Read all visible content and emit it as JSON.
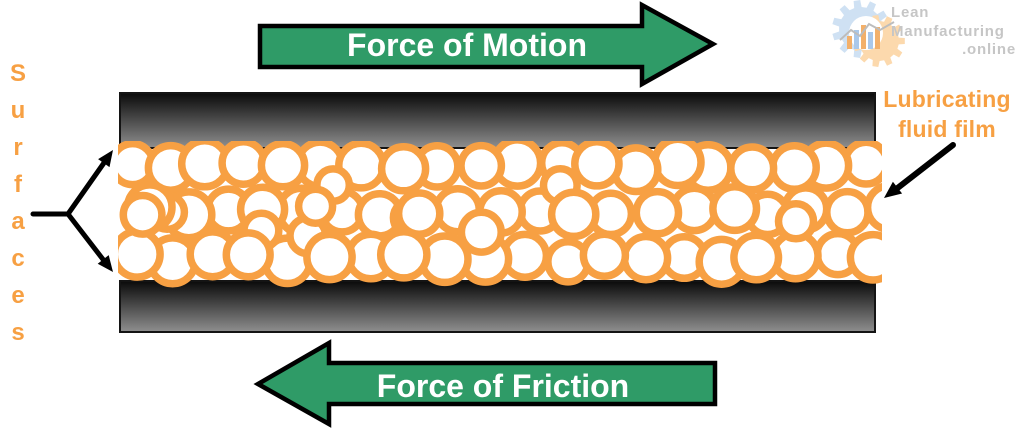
{
  "diagram": {
    "top_arrow_label": "Force of Motion",
    "bottom_arrow_label": "Force of Friction",
    "surfaces_label": "Surfaces",
    "lubricant_label": {
      "line1": "Lubricating",
      "line2": "fluid film"
    }
  },
  "logo": {
    "line1": "Lean",
    "line2": "Manufacturing",
    "line3": ".online"
  },
  "film": {
    "rows": 3,
    "circles_per_row": 20,
    "extra_circles": 10
  },
  "colors": {
    "arrow_green": "#2f9b67",
    "arrow_outline": "#000000",
    "arrow_text": "#ffffff",
    "lubricant_orange": "#f7a043",
    "surface_gradient_top": "#0a0a0a",
    "surface_gradient_bottom": "#8f8f8f",
    "pointer_black": "#000000",
    "logo_text_gray": "#c6c6c6",
    "logo_gear_blue": "#cfe1f3",
    "logo_gear_peach": "#fcd9ad",
    "logo_bar_orange": "#f3b06a",
    "logo_bar_blue": "#aac8ea",
    "logo_line_gray": "#bdbdbd"
  }
}
